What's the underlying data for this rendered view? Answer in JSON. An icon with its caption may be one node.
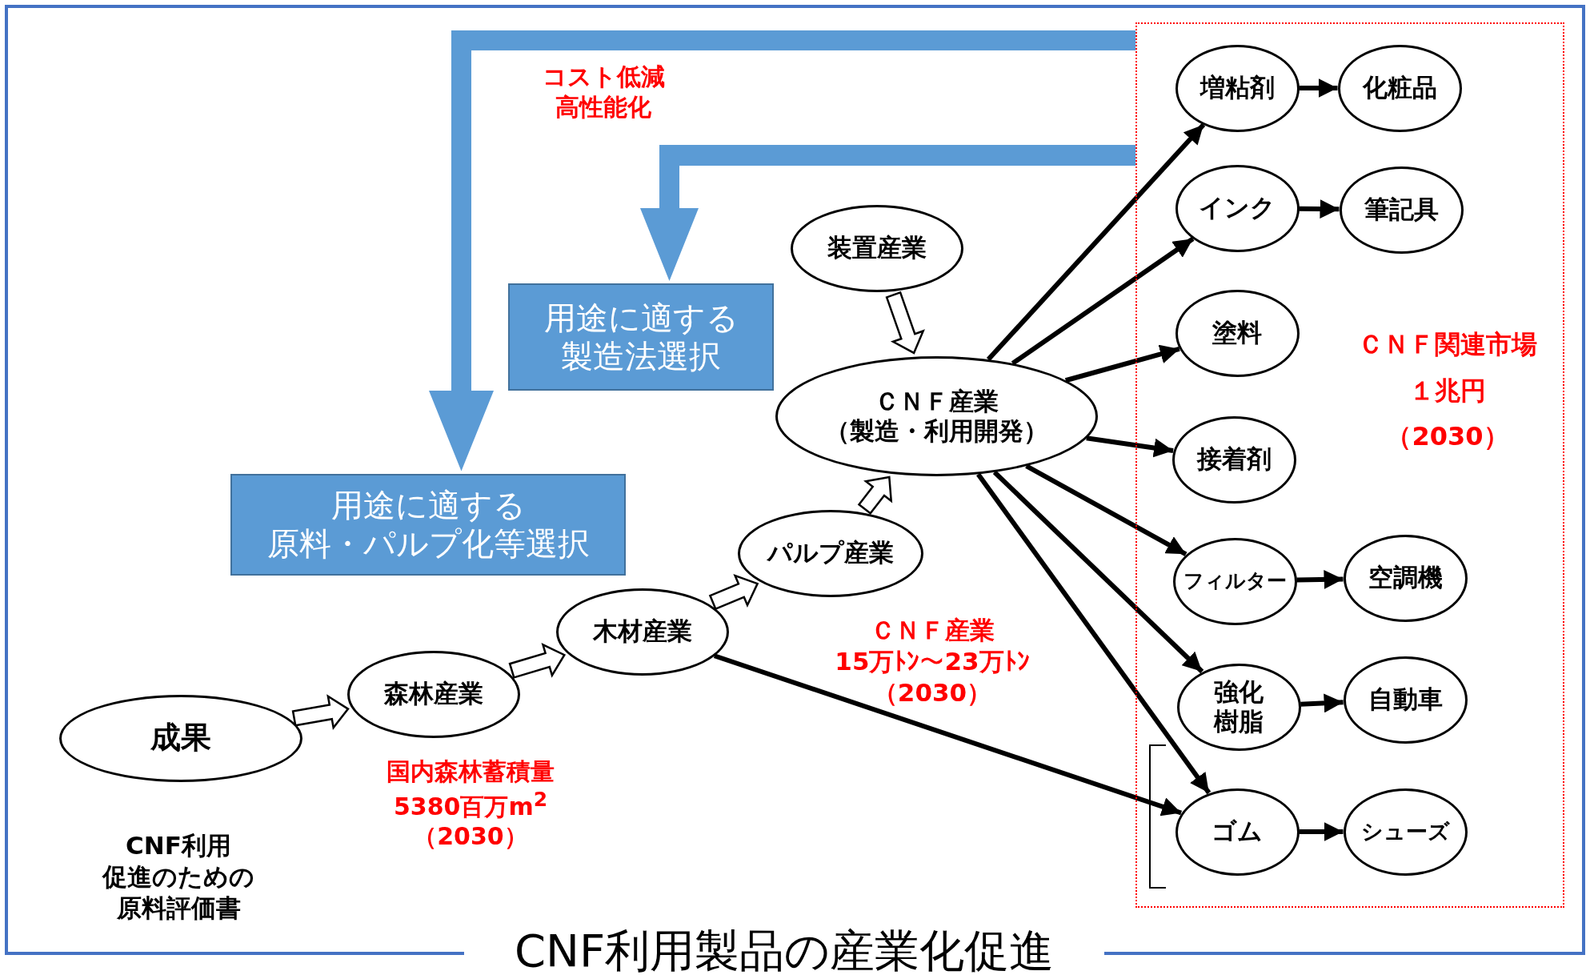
{
  "diagram": {
    "title": "CNF利用製品の産業化促進",
    "nodes": [
      {
        "text": [
          "成果"
        ],
        "beside": [
          "CNF利用促進のための原料評価書"
        ]
      },
      {
        "text": [
          "森林産業"
        ],
        "beside": [
          "国内森林蓄積量5380百万m$^{2}$（2030）"
        ]
      },
      {
        "text": [
          "木材産業"
        ]
      },
      {
        "text": [
          "パルプ産業"
        ]
      },
      {
        "text": [
          "装置産業"
        ]
      },
      {
        "text": [
          "ＣＮＦ産業（製造・利用開発）"
        ]
      },
      {
        "text": [
          "用途に適する製造法選択"
        ]
      },
      {
        "text": [
          "用途に適する原料・パルプ化等選択"
        ]
      },
      {
        "text": [
          "ＣＮＦ関連市場１兆円（2030）"
        ]
      },
      {
        "text": [
          "増粘剤"
        ],
        "in": 8
      },
      {
        "text": [
          "化粧品"
        ],
        "in": 8
      },
      {
        "text": [
          "インク"
        ],
        "in": 8
      },
      {
        "text": [
          "筆記具"
        ],
        "in": 8
      },
      {
        "text": [
          "塗料"
        ],
        "in": 8
      },
      {
        "text": [
          "接着剤"
        ],
        "in": 8
      },
      {
        "text": [
          "フィルター"
        ],
        "in": 8
      },
      {
        "text": [
          "空調機"
        ],
        "in": 8
      },
      {
        "text": [
          "強化樹脂"
        ],
        "in": 8
      },
      {
        "text": [
          "自動車"
        ],
        "in": 8
      },
      {
        "text": [
          "ゴム"
        ],
        "in": 8
      },
      {
        "text": [
          "シューズ"
        ],
        "in": 8
      }
    ],
    "edges": [
      {
        "from": 0,
        "to": 1,
        "arrow": "to",
        "style": "thick"
      },
      {
        "from": 1,
        "to": 2,
        "arrow": "to",
        "style": "thick"
      },
      {
        "from": 2,
        "to": 3,
        "arrow": "to",
        "style": "thick"
      },
      {
        "from": 3,
        "to": 5,
        "arrow": "to",
        "style": "thick"
      },
      {
        "from": 4,
        "to": 5,
        "arrow": "to",
        "style": "thick"
      },
      {
        "from": 5,
        "to": 9,
        "arrow": "to"
      },
      {
        "from": 5,
        "to": 11,
        "arrow": "to"
      },
      {
        "from": 5,
        "to": 13,
        "arrow": "to"
      },
      {
        "from": 5,
        "to": 14,
        "arrow": "to"
      },
      {
        "from": 5,
        "to": 15,
        "arrow": "to"
      },
      {
        "from": 5,
        "to": 17,
        "arrow": "to"
      },
      {
        "from": 5,
        "to": 19,
        "arrow": "to"
      },
      {
        "from": 2,
        "to": 19,
        "arrow": "to"
      },
      {
        "from": 9,
        "to": 10,
        "arrow": "to"
      },
      {
        "from": 11,
        "to": 12,
        "arrow": "to"
      },
      {
        "from": 15,
        "to": 16,
        "arrow": "to"
      },
      {
        "from": 17,
        "to": 18,
        "arrow": "to"
      },
      {
        "from": 19,
        "to": 20,
        "arrow": "to"
      },
      {
        "from": 8,
        "to": 7,
        "arrow": "to",
        "style": "thick",
        "color": "#5b9bd5"
      },
      {
        "from": 8,
        "to": 6,
        "arrow": "to",
        "style": "thick",
        "color": "#5b9bd5"
      }
    ],
    "labels": [
      "コスト低減高性能化",
      "ＣＮＦ産業15万ﾄﾝ～23万ﾄﾝ（2030）"
    ]
  }
}
